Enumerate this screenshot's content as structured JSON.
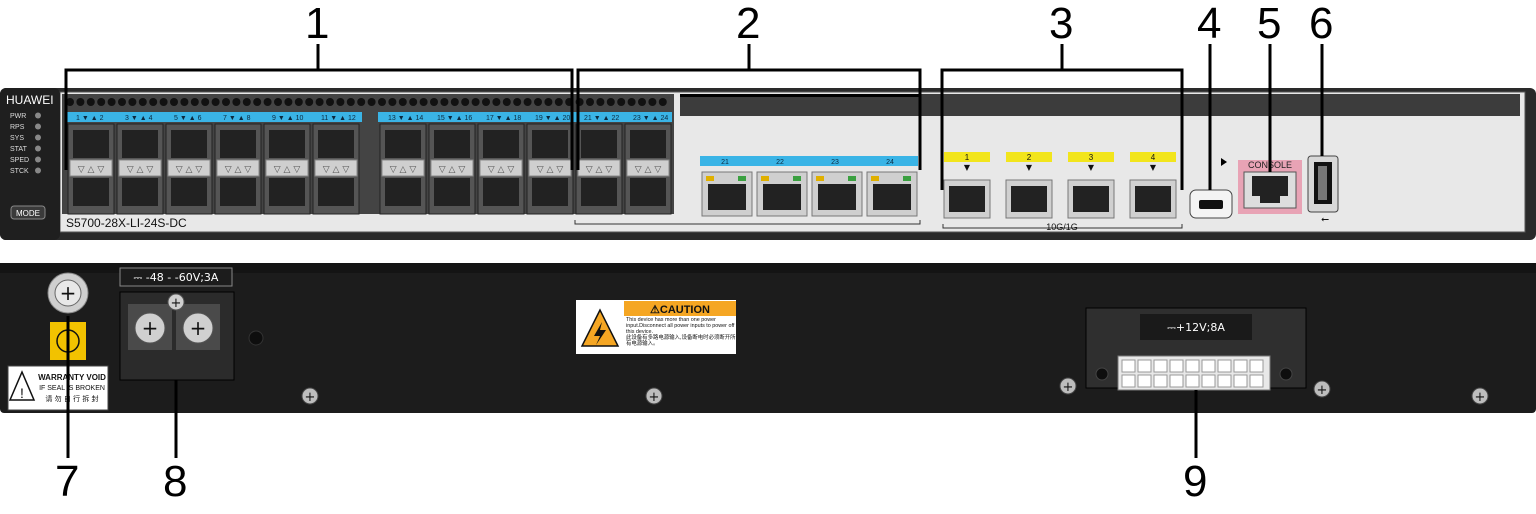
{
  "callouts": [
    "1",
    "2",
    "3",
    "4",
    "5",
    "6",
    "7",
    "8",
    "9"
  ],
  "front": {
    "brand": "HUAWEI",
    "indicators": [
      "PWR",
      "RPS",
      "SYS",
      "STAT",
      "SPED",
      "STCK"
    ],
    "mode_button": "MODE",
    "model": "S5700-28X-LI-24S-DC",
    "sfp_port_labels": [
      "1",
      "2",
      "3",
      "4",
      "5",
      "6",
      "7",
      "8",
      "9",
      "10",
      "11",
      "12",
      "13",
      "14",
      "15",
      "16",
      "17",
      "18",
      "19",
      "20",
      "21",
      "22",
      "23",
      "24"
    ],
    "combo_port_labels": [
      "21",
      "22",
      "23",
      "24"
    ],
    "uplink_port_labels": [
      "1",
      "2",
      "3",
      "4"
    ],
    "uplink_caption": "10G/1G",
    "console_label": "CONSOLE",
    "usb_symbol": "⭠"
  },
  "rear": {
    "dc_input_rating": "⎓ -48 - -60V;3A",
    "caution_title": "⚠CAUTION",
    "caution_text_en": "This device has more than one power input.Disconnect all power inputs to power off this device.",
    "caution_text_cn": "此设备有多路电源输入,设备断电时必须断开所有电源输入。",
    "warranty_line1": "WARRANTY VOID",
    "warranty_line2": "IF SEAL IS BROKEN",
    "warranty_line3": "请 勿 自 行 拆 封",
    "rps_rating": "⎓+12V;8A"
  },
  "colors": {
    "panel": "#1a1a1a",
    "panel_light": "#3a3a3a",
    "cyan_strip": "#3ab4e6",
    "yellow_strip": "#f2e51c",
    "console_pink": "#e8a3b5",
    "caution_orange": "#f5a623"
  }
}
